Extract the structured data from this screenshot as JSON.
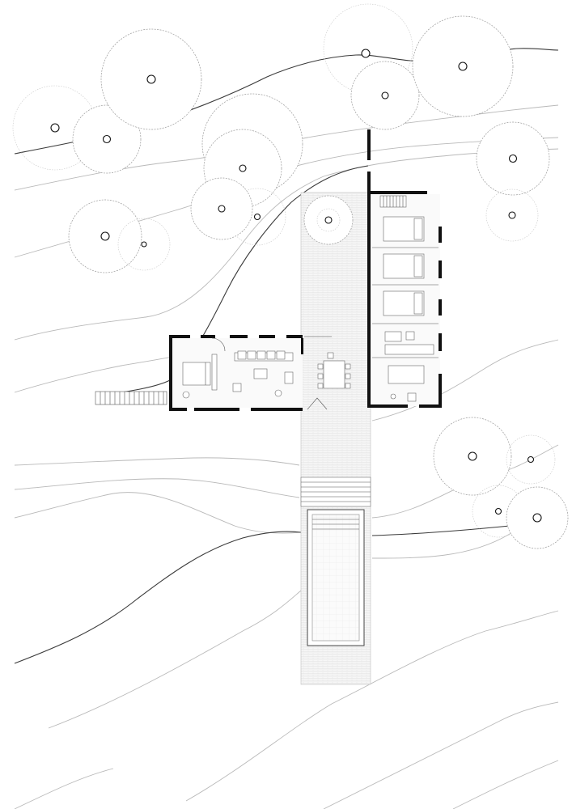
{
  "drawing": {
    "type": "site-plan",
    "line_color": "#111111",
    "contour_color": "#b9b9b9",
    "main_contour_color": "#3a3a3a",
    "canopy_color": "#9a9a9a",
    "background": "#ffffff"
  },
  "elements": {
    "trees": "tree-symbol",
    "bedrooms": 3,
    "pool": "swimming-pool",
    "stair": "stair-steps"
  }
}
